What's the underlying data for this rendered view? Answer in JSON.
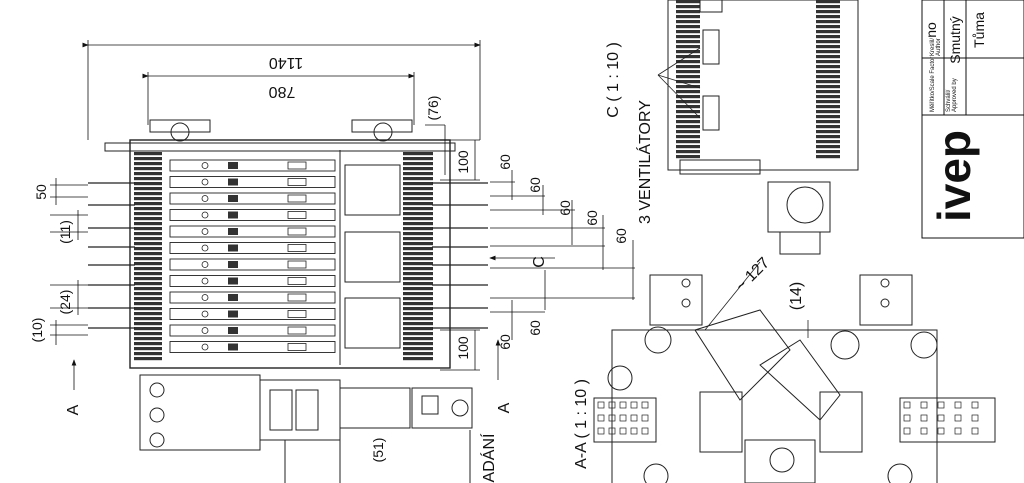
{
  "dimensions": {
    "overall_width": "1140",
    "inner_width": "780",
    "offset_76": "(76)",
    "d100_top": "100",
    "d100_bottom": "100",
    "d60_a": "60",
    "d60_b": "60",
    "d60_c": "60",
    "d60_d": "60",
    "d60_e": "60",
    "d60_f": "60",
    "d60_bottom": "60",
    "d50": "50",
    "d11": "(11)",
    "d24": "(24)",
    "d10": "(10)",
    "d51": "(51)",
    "d14": "(14)",
    "d127": "~ 127"
  },
  "labels": {
    "view_c": "C ( 1 : 10 )",
    "fans": "3 VENTILÁTORY",
    "section_aa": "A-A ( 1 : 10 )",
    "arrow_c": "C",
    "arrow_a_left": "A",
    "arrow_a_right": "A",
    "partial_label": "ADÁNÍ"
  },
  "title_block": {
    "scale_label": "Měřítko/Scale Factor",
    "scale_value": "no",
    "author_label_cz": "Kreslil/",
    "author_label_en": "Author",
    "author_value": "Smutný",
    "approved_label_cz": "Schválil/",
    "approved_label_en": "Approved by",
    "approved_value": "Tůma",
    "logo": "ivep"
  }
}
